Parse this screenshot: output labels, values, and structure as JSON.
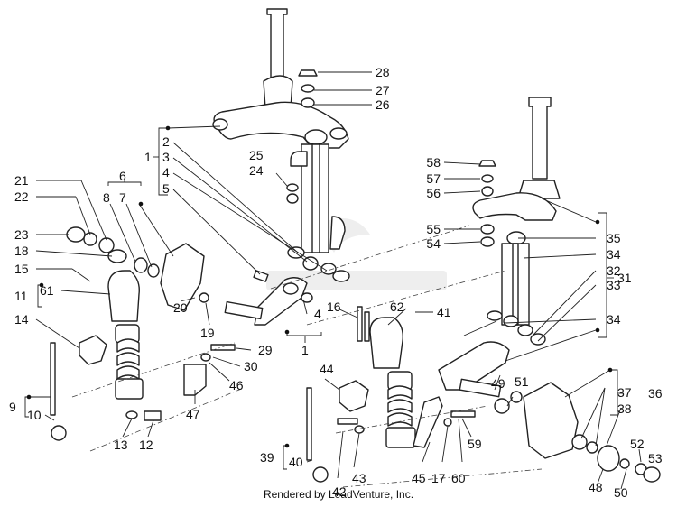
{
  "callouts": {
    "c1a": "1",
    "c2": "2",
    "c3": "3",
    "c4a": "4",
    "c5": "5",
    "c6": "6",
    "c7": "7",
    "c8": "8",
    "c9": "9",
    "c10": "10",
    "c11": "11",
    "c12": "12",
    "c13": "13",
    "c14": "14",
    "c15": "15",
    "c16": "16",
    "c17": "17",
    "c18": "18",
    "c19": "19",
    "c20": "20",
    "c21": "21",
    "c22": "22",
    "c23": "23",
    "c24": "24",
    "c25": "25",
    "c26": "26",
    "c27": "27",
    "c28": "28",
    "c29": "29",
    "c30": "30",
    "c31": "31",
    "c32": "32",
    "c33": "33",
    "c34a": "34",
    "c34b": "34",
    "c35": "35",
    "c36": "36",
    "c37": "37",
    "c38": "38",
    "c39": "39",
    "c40": "40",
    "c41": "41",
    "c42": "42",
    "c43": "43",
    "c44": "44",
    "c45": "45",
    "c46": "46",
    "c47": "47",
    "c48": "48",
    "c49": "49",
    "c50": "50",
    "c51": "51",
    "c52": "52",
    "c53": "53",
    "c54": "54",
    "c55": "55",
    "c56": "56",
    "c57": "57",
    "c58": "58",
    "c59": "59",
    "c60": "60",
    "c61": "61",
    "c62": "62",
    "c4b": "4",
    "c1b": "1"
  },
  "footer": "Rendered by LeadVenture, Inc."
}
